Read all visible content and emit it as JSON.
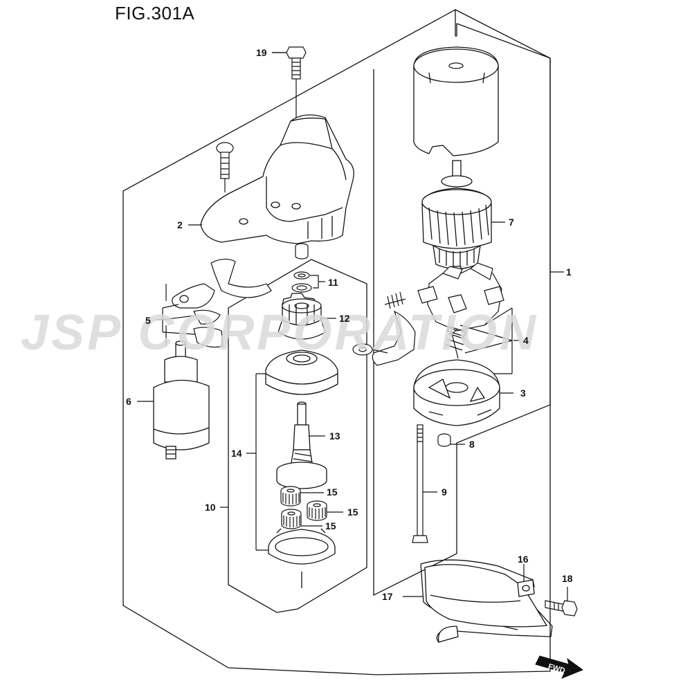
{
  "figure": {
    "title": "FIG.301A"
  },
  "watermark": {
    "text": "JSP CORPORATION",
    "color": "#dadada"
  },
  "fwd_arrow": {
    "label": "FWD"
  },
  "callouts": {
    "c1": "1",
    "c2": "2",
    "c3": "3",
    "c4": "4",
    "c5": "5",
    "c6": "6",
    "c7": "7",
    "c8": "8",
    "c9": "9",
    "c10": "10",
    "c11": "11",
    "c12": "12",
    "c13": "13",
    "c14": "14",
    "c15a": "15",
    "c15b": "15",
    "c15c": "15",
    "c16": "16",
    "c17": "17",
    "c18": "18",
    "c19": "19"
  },
  "colors": {
    "line": "#111111",
    "part_fill": "#ffffff",
    "shade": "#cfcfcf"
  }
}
